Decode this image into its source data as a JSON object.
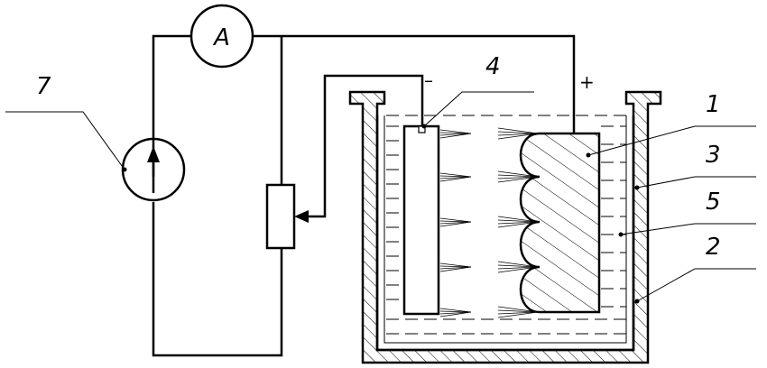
{
  "labels": {
    "anode": "1",
    "bath_liquid_lining": "2",
    "bath_wall": "3",
    "cathode": "4",
    "electrolyte": "5",
    "power_source": "7"
  },
  "ammeter": {
    "symbol": "A"
  },
  "polarity": {
    "negative": "–",
    "positive": "+"
  },
  "colors": {
    "ink": "#000000",
    "background": "#ffffff"
  }
}
